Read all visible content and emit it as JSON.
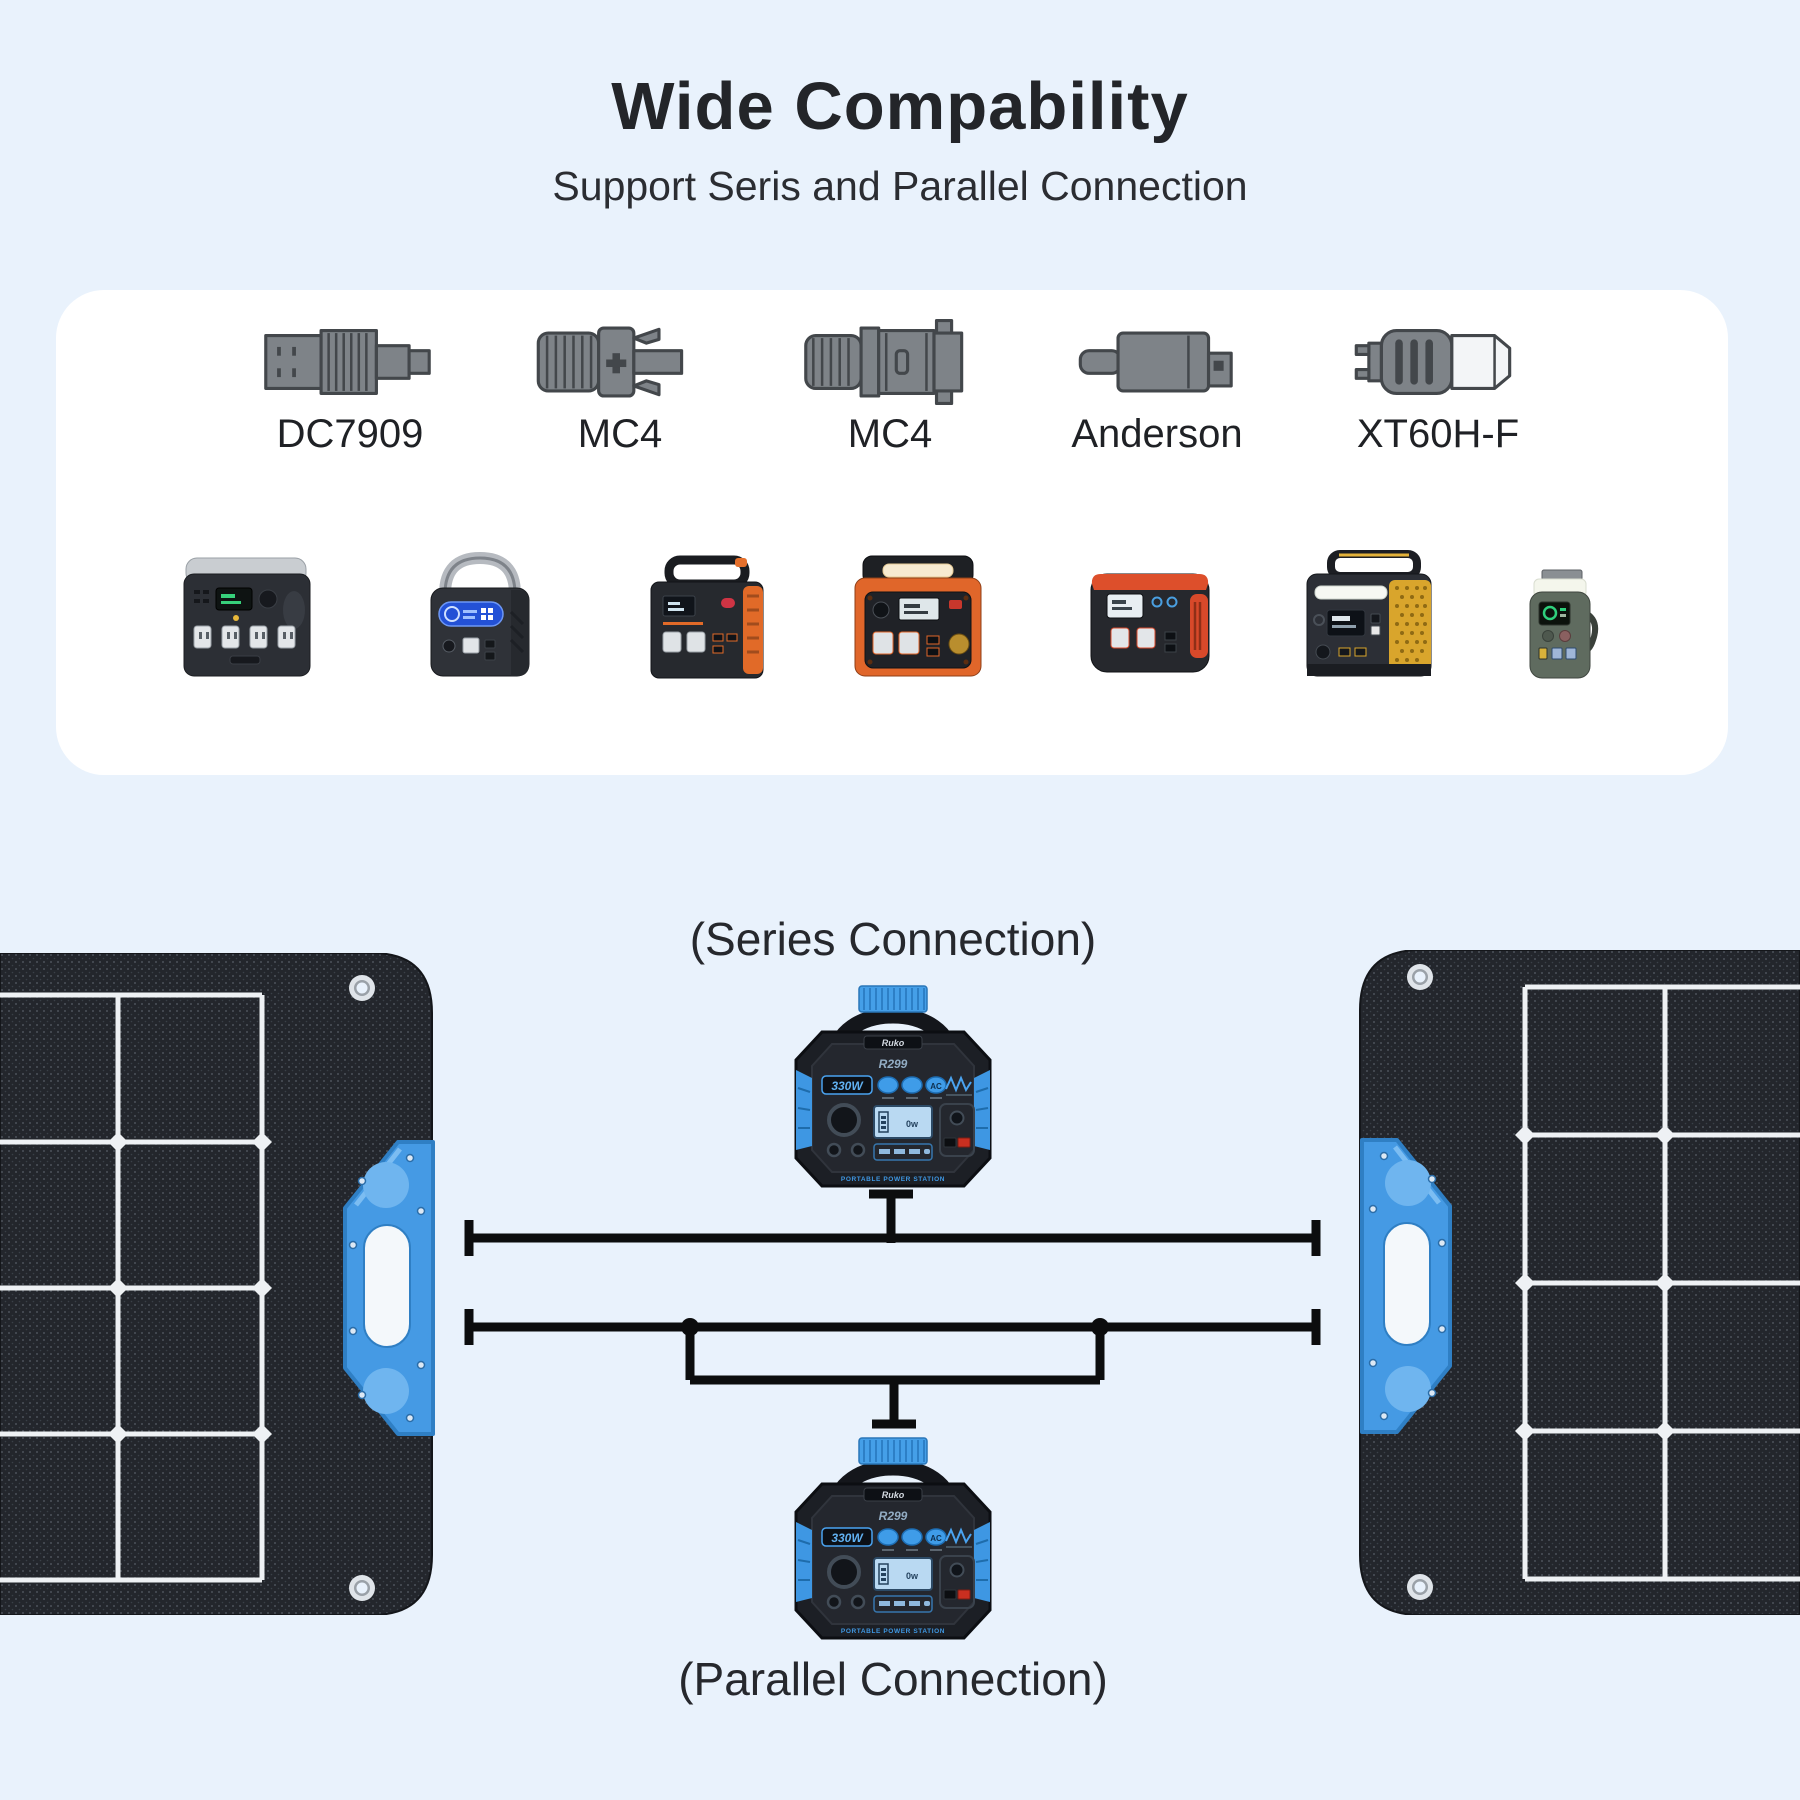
{
  "header": {
    "title": "Wide Compability",
    "subtitle": "Support Seris and Parallel Connection"
  },
  "connectors": {
    "items": [
      {
        "label": "DC7909",
        "icon": "dc7909-plug-icon"
      },
      {
        "label": "MC4",
        "icon": "mc4-male-connector-icon"
      },
      {
        "label": "MC4",
        "icon": "mc4-female-connector-icon"
      },
      {
        "label": "Anderson",
        "icon": "anderson-connector-icon"
      },
      {
        "label": "XT60H-F",
        "icon": "xt60hf-connector-icon"
      }
    ]
  },
  "products": {
    "items": [
      {
        "icon": "power-station-silver-top-icon"
      },
      {
        "icon": "power-station-arch-handle-icon"
      },
      {
        "icon": "power-station-orange-side-icon"
      },
      {
        "icon": "power-station-orange-rugged-icon"
      },
      {
        "icon": "power-station-red-trim-icon"
      },
      {
        "icon": "power-station-yellow-mesh-icon"
      },
      {
        "icon": "power-bank-green-icon"
      }
    ]
  },
  "diagram": {
    "series_label": "(Series Connection)",
    "parallel_label": "(Parallel Connection)",
    "station": {
      "brand": "Ruko",
      "model": "R299",
      "power": "330W",
      "ac_button": "AC",
      "caption": "PORTABLE POWER STATION"
    }
  },
  "colors": {
    "background": "#e9f2fc",
    "card": "#ffffff",
    "accent_blue": "#459ae4",
    "diagram_line": "#0c0d0e",
    "panel_dark": "#23262c",
    "connector_gray": "#7e8388"
  }
}
